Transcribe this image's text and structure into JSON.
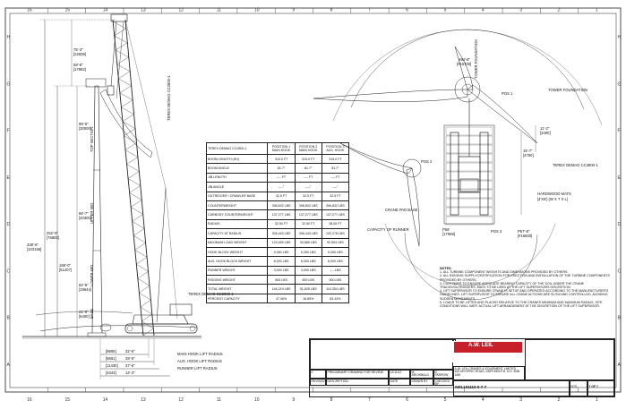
{
  "border": {
    "top_numbers": [
      "16",
      "15",
      "14",
      "13",
      "12",
      "11",
      "10",
      "9",
      "8",
      "7",
      "6",
      "5",
      "4",
      "3",
      "2",
      "1"
    ],
    "side_letters": [
      "H",
      "G",
      "F",
      "E",
      "D",
      "C",
      "B",
      "A"
    ]
  },
  "colors": {
    "line": "#222222",
    "logo_red": "#c8202a"
  },
  "crane_elevation": {
    "dims": {
      "overall_height": "338'-8\"",
      "overall_height_m": "[103166]",
      "upper_height": "252'-0\"",
      "upper_height_m": "[76800]",
      "mid_height": "168'-0\"",
      "mid_height_m": "[51207]",
      "top_a": "75'-3\"",
      "top_a_m": "[22939]",
      "top_b": "58'-8\"",
      "top_b_m": "[17882]",
      "lower_a": "98'-5\"",
      "lower_a_m": "[30000]",
      "lower_b": "66'-7\"",
      "lower_b_m": "[20300]",
      "base_a": "64'-5\"",
      "base_a_m": "[19644]",
      "base_b": "21'-0\"",
      "base_b_m": "[6400]"
    },
    "labels": {
      "top_section": "TOP SECTION",
      "upper_mid": "UPPER MID",
      "lower_mid": "LOWER MID",
      "base": "BASE",
      "tower_base": "TEREX DEMAG CC2800-1",
      "crane_label": "TEREX DEMAG\nCC2800-1",
      "main_hook_radius": "MAIN HOOK LIFT RADIUS",
      "aux_hook_radius": "AUX. HOOK LIFT RADIUS",
      "runner_radius": "RUNNER LIFT RADIUS",
      "r1": "32'-6\"",
      "r1_m": "[9906]",
      "r2": "28'-5\"",
      "r2_m": "[8661]",
      "r3": "37'-6\"",
      "r3_m": "[11430]",
      "r4": "14'-3\"",
      "r4_m": "[4343]"
    }
  },
  "spec_table": {
    "header": [
      "TEREX DEMAG CC2800-1",
      "POSITION 1 MAIN HOOK",
      "POSITION 2 MAIN HOOK",
      "POSITION 3 AUX. HOOK"
    ],
    "rows": [
      [
        "BOOM LENGTH (SH)",
        "315.0 FT",
        "315.0 FT",
        "315.0 FT"
      ],
      [
        "BOOM ANGLE",
        "81.7°",
        "81.7°",
        "81.7°"
      ],
      [
        "JIB LENGTH",
        "---- FT",
        "---- FT",
        "---- FT"
      ],
      [
        "JIB ANGLE",
        "----°",
        "----°",
        "----°"
      ],
      [
        "OUTRIGGER / CRAWLER BASE",
        "32.5 FT",
        "32.5 FT",
        "32.5 FT"
      ],
      [
        "COUNTERWEIGHT",
        "396,832 LBS",
        "396,832 LBS",
        "396,832 LBS"
      ],
      [
        "CARBODY COUNTERWEIGHT",
        "137,277 LBS",
        "137,277 LBS",
        "137,277 LBS"
      ],
      [
        "RADIUS",
        "32.50 FT",
        "32.50 FT",
        "38.00 FT"
      ],
      [
        "CAPACITY AT RADIUS",
        "306,443 LBS",
        "306,443 LBS",
        "132,278 LBS"
      ],
      [
        "MAXIMUM LOAD WEIGHT",
        "123,459 LBS",
        "30,865 LBS",
        "92,594 LBS"
      ],
      [
        "HOOK BLOCK WEIGHT",
        "9,260 LBS",
        "9,260 LBS",
        "9,260 LBS"
      ],
      [
        "AUX. HOOK BLOCK WEIGHT",
        "8,000 LBS",
        "8,000 LBS",
        "8,000 LBS"
      ],
      [
        "RUNNER WEIGHT",
        "3,000 LBS",
        "3,000 LBS",
        "---- LBS"
      ],
      [
        "RIGGING WEIGHT",
        "500 LBS",
        "500 LBS",
        "500 LBS"
      ],
      [
        "TOTAL WEIGHT",
        "144,219 LBS",
        "51,625 LBS",
        "110,354 LBS"
      ],
      [
        "PERCENT CAPACITY",
        "47.06%",
        "16.85%",
        "83.43%"
      ]
    ]
  },
  "plan_view": {
    "labels": {
      "tower_foundation_1": "TOWER FOUNDATION",
      "tower_foundation_2": "TOWER FOUNDATION",
      "pos1": "POS 1",
      "pos2": "POS 2",
      "pos3": "POS 3",
      "crane_label": "TEREX DEMAG CC2800-1",
      "hardwood_mats": "HARDWOOD MATS",
      "mats_size": "[4'X6'] (W X T X L)",
      "crane_pad_base": "CRANE PAD BASE",
      "capacity_runner": "CAPACITY OF RUNNER",
      "d1": "494'-8\"",
      "d1_m": "[#15700]",
      "d2": "11'-2\"",
      "d2_m": "[3400]",
      "d3": "15'-7\"",
      "d3_m": "[4750]",
      "d4": "P56'",
      "d4_m": "[17069]",
      "d5": "P57'-8\"",
      "d5_m": "[#16600]"
    }
  },
  "notes": {
    "heading": "NOTES:",
    "items": [
      "1. ALL TURBINE COMPONENT WEIGHTS AND DIMENSIONS PROVIDED BY OTHERS.",
      "2. ALL RIGGING SUPPLY/CERTIFICATION FOR ERECTION AND INSTALLATION OF THE TURBINE COMPONENTS PROVIDED BY OTHERS.",
      "3. CUSTOMER TO ENSURE ADEQUATE BEARING CAPACITY OF THE SOIL UNDER THE CRANE TRACKS/OUTRIGGERS. MATS TO BE USED AT THE LIFT SUPERVISORS DISCRETION.",
      "4. LIFT SUPERVISOR TO ENSURE CRANE IS SETUP AND OPERATED ACCORDING TO THE MANUFACTURER'S GUIDELINES. LIFT SUPERVISOR TO ENSURE ALL CRANE ACTIONS ARE SLOW AND CONTROLLED, AVOIDING SUDDEN MOVEMENTS.",
      "5. LOADS TO BE LIFTED AND PLACED RELATIVE TO THE CRANES MINIMUM AND MAXIMUM RADIUS. SITE CONDITIONS WILL VARY. ACTUAL LIFT ARRANGEMENT AT THE DISCRETION OF THE LIFT SUPERVISOR."
    ]
  },
  "title_block": {
    "logo_text": "A.W. LEIL",
    "company": "A.W. LEIL CRANES & EQUIPMENT LIMITED",
    "address": "525 MYOPRIC ROAD, DARTMOUTH, N.S. B3B 1M6",
    "revision_row": [
      "0",
      "PRELIMINARY DRAWING FOR REVIEW",
      "12/11/12",
      "M. ARCHIBALD",
      "D. FARROW"
    ],
    "rev_header": [
      "REVISION",
      "DESCRIPTION",
      "DATE",
      "DRAWN BY",
      "CHECKED BY"
    ],
    "drawing_no": "AWL101110-0-7-7",
    "scale": "NTS",
    "sheet": "7 OF 7"
  }
}
